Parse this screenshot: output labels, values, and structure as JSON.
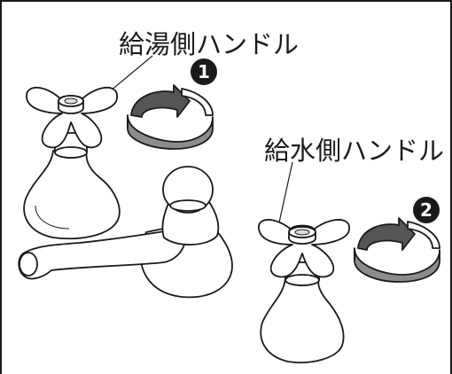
{
  "labels": {
    "hot_handle": "給湯側ハンドル",
    "cold_handle": "給水側ハンドル"
  },
  "steps": {
    "first": "1",
    "second": "2"
  },
  "colors": {
    "line": "#1a1a1a",
    "arrow_band": "#8c8c8c",
    "background": "#ffffff"
  }
}
